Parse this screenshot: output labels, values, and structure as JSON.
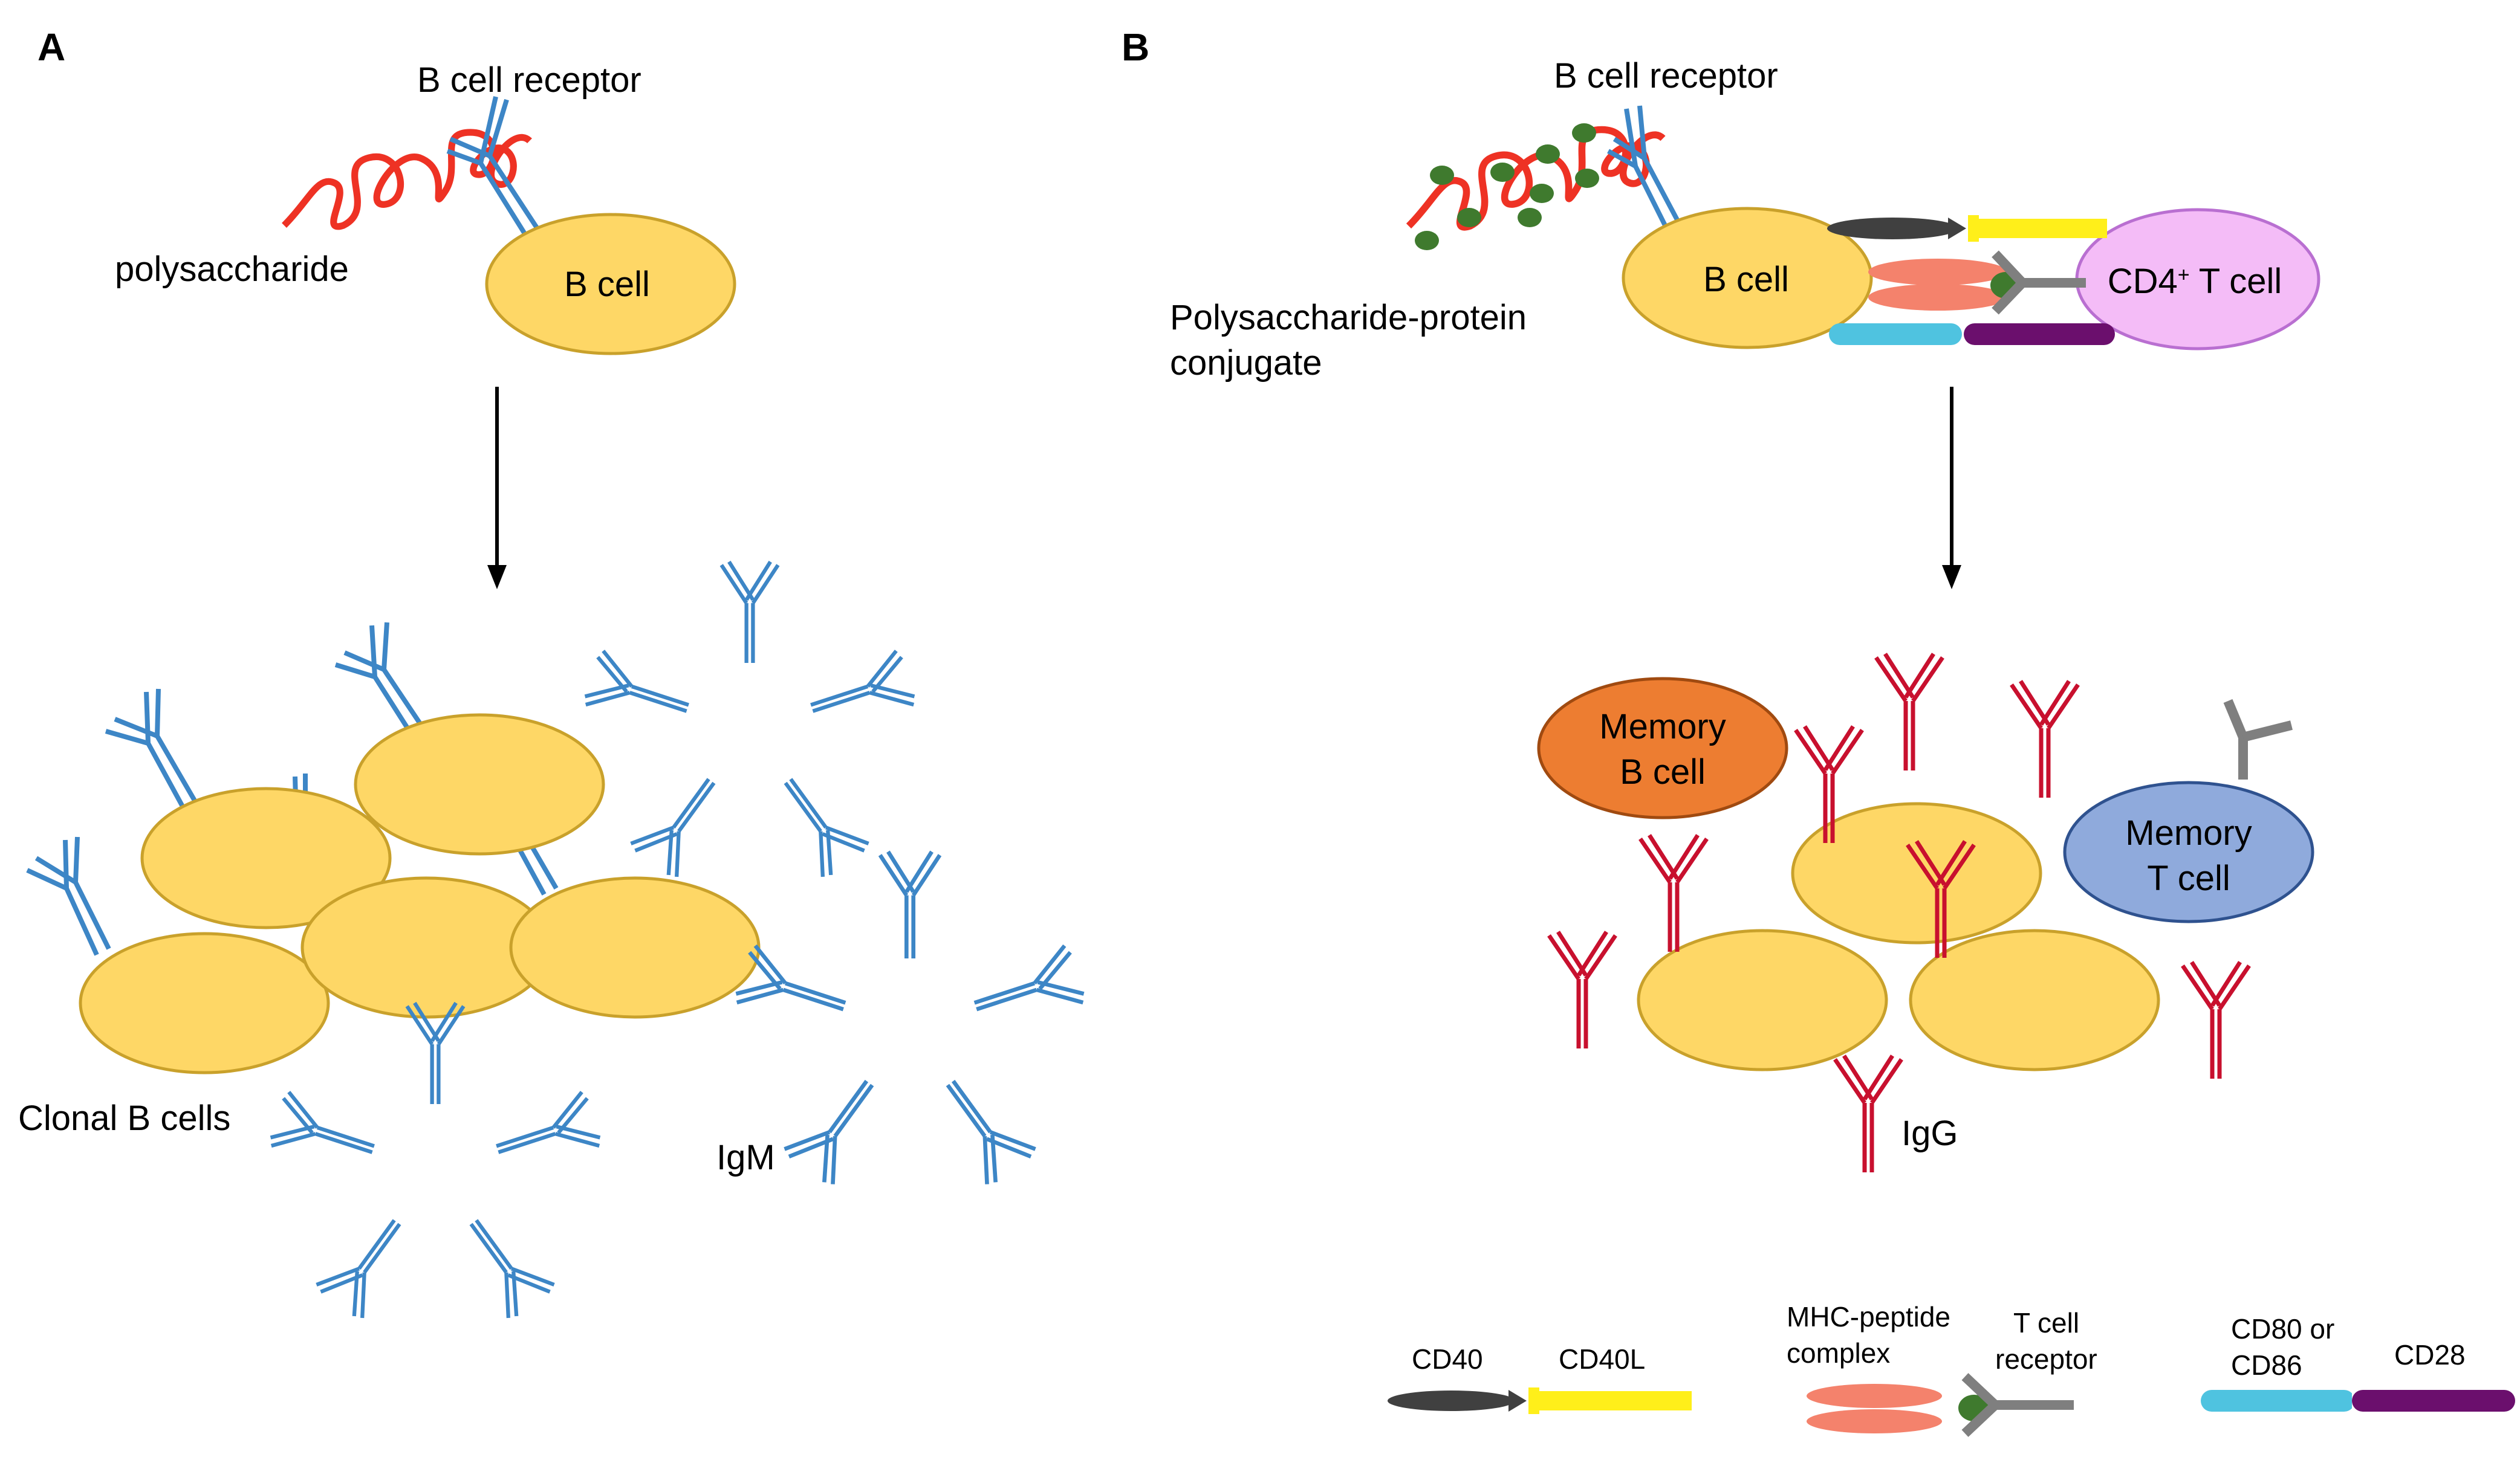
{
  "panels": {
    "a": {
      "letter": "A",
      "receptor_label": "B cell receptor",
      "antigen_label": "polysaccharide",
      "cell_label": "B cell",
      "clonal_label": "Clonal B cells",
      "antibody_label": "IgM"
    },
    "b": {
      "letter": "B",
      "receptor_label": "B cell receptor",
      "conjugate_label_line1": "Polysaccharide-protein",
      "conjugate_label_line2": "conjugate",
      "bcell_label": "B cell",
      "tcell_label": "CD4",
      "tcell_label_sup": "+",
      "tcell_label_suffix": " T cell",
      "memory_b_line1": "Memory",
      "memory_b_line2": "B cell",
      "memory_t_line1": "Memory",
      "memory_t_line2": "T cell",
      "antibody_label": "IgG"
    }
  },
  "legend": {
    "cd40": "CD40",
    "cd40l": "CD40L",
    "mhc_line1": "MHC-peptide",
    "mhc_line2": "complex",
    "tcr_line1": "T cell",
    "tcr_line2": "receptor",
    "cd80_line1": "CD80 or",
    "cd80_line2": "CD86",
    "cd28": "CD28"
  },
  "colors": {
    "b_cell_fill": "#fed766",
    "b_cell_stroke": "#c9a12b",
    "igm_blue": "#3d86c6",
    "igg_red": "#c8102e",
    "polysaccharide_red": "#ee3224",
    "protein_green": "#3f7a2e",
    "t_cell_fill": "#f4bcf7",
    "t_cell_stroke": "#b96fd1",
    "memory_b_fill": "#ed7d31",
    "memory_t_fill": "#8faadc",
    "cd40_dark": "#404040",
    "cd40l_yellow": "#ffef1a",
    "mhc_salmon": "#f4826c",
    "tcr_grey": "#7f7f7f",
    "cd80_cyan": "#4fc3e0",
    "cd28_purple": "#6b0f6d"
  }
}
